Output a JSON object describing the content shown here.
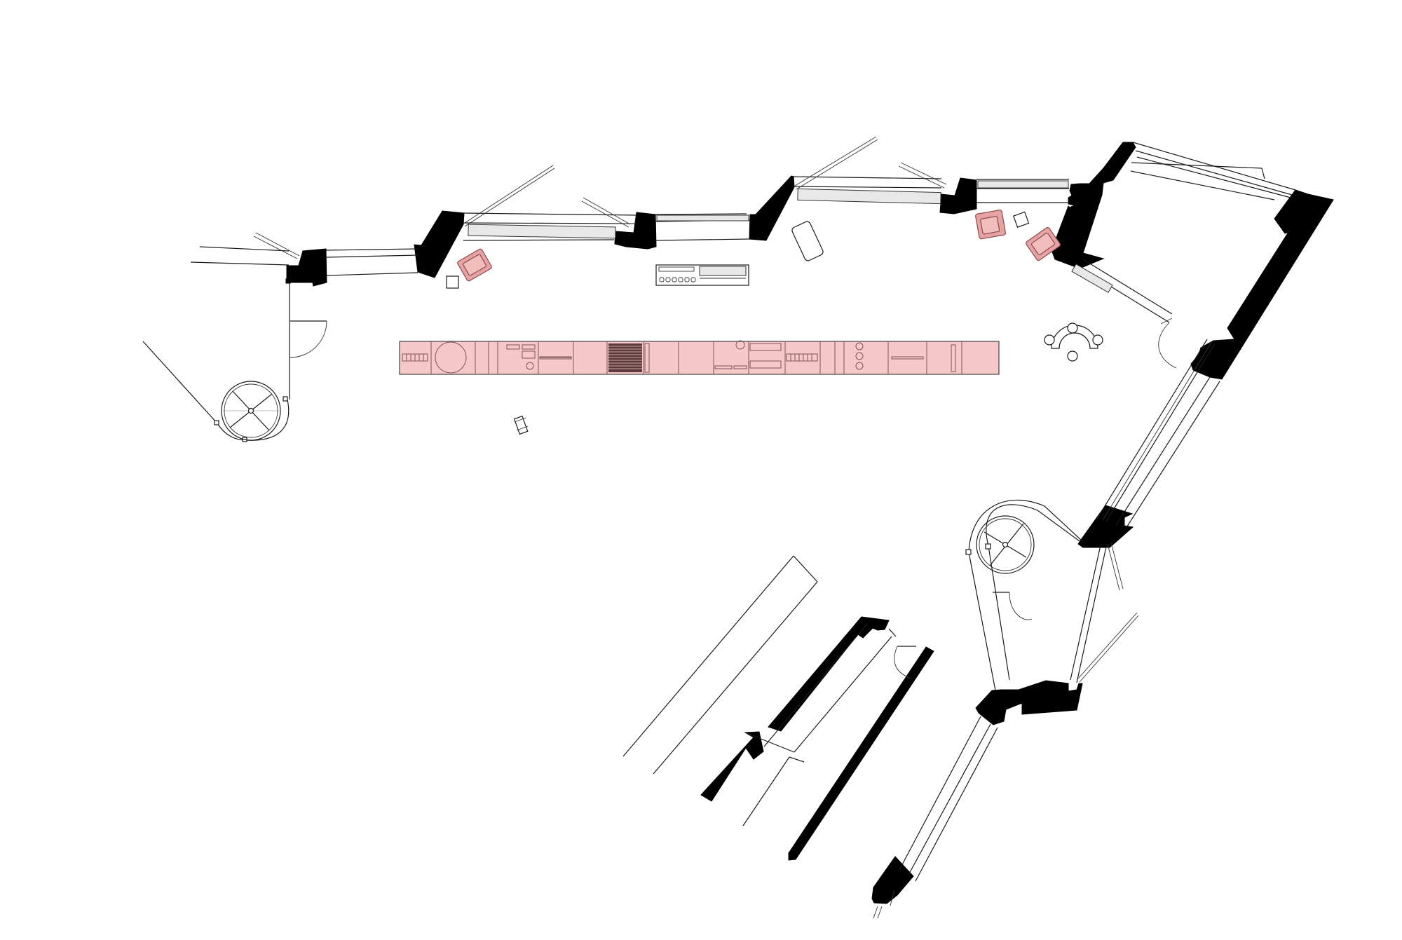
{
  "colors": {
    "wall": "#000000",
    "line": "#1a1a1a",
    "furniture_highlight": "#f6c8c8",
    "chair_highlight": "#e7a3a3",
    "counter_stripes": "#5a3a3a",
    "background": "#ffffff"
  },
  "elements": {
    "walls": "black-solid-walls",
    "windows": "casement-windows",
    "counter": "long-display-counter",
    "armchairs": "pink-armchairs",
    "stairs": "spiral-staircase-icon",
    "doors": "door-swing-arcs",
    "table": "round-table-with-chairs"
  }
}
